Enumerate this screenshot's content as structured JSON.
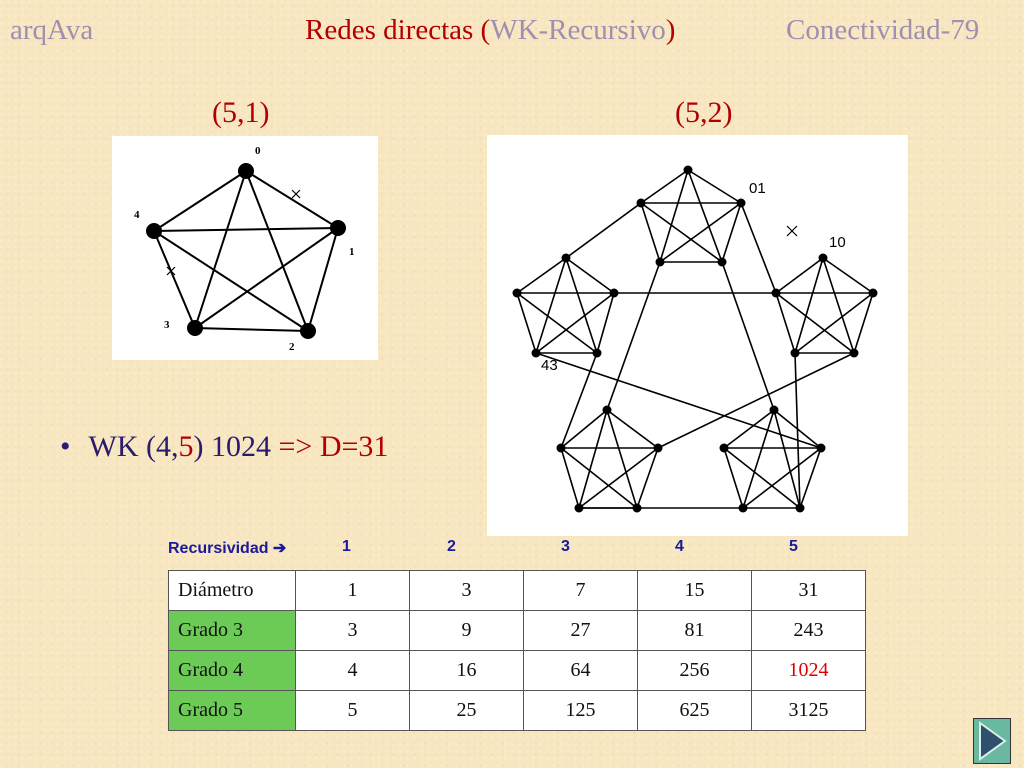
{
  "header": {
    "left": "arqAva",
    "center_a": "Redes directas (",
    "center_b": "WK-Recursivo",
    "center_c": ")",
    "right": "Conectividad-79"
  },
  "figures": {
    "left_title": "(5,1)",
    "right_title": "(5,2)",
    "left_labels": [
      "0",
      "1",
      "2",
      "3",
      "4"
    ],
    "right_labels": [
      "01",
      "10",
      "43"
    ]
  },
  "bullet": {
    "dot": "•",
    "a": "WK (4,",
    "b": "5",
    "c": ") 1024 ",
    "d": "=> D=31"
  },
  "recursion": {
    "label": "Recursividad ➔",
    "levels": [
      "1",
      "2",
      "3",
      "4",
      "5"
    ]
  },
  "table": {
    "rows": [
      {
        "label": "Diámetro",
        "values": [
          "1",
          "3",
          "7",
          "15",
          "31"
        ]
      },
      {
        "label": "Grado 3",
        "values": [
          "3",
          "9",
          "27",
          "81",
          "243"
        ]
      },
      {
        "label": "Grado 4",
        "values": [
          "4",
          "16",
          "64",
          "256",
          "1024"
        ]
      },
      {
        "label": "Grado 5",
        "values": [
          "5",
          "25",
          "125",
          "625",
          "3125"
        ]
      }
    ]
  },
  "colors": {
    "accent_red": "#b00000",
    "header_gray": "#a08fb0",
    "row_label_green": "#6ccb56",
    "highlight": "#e00000"
  }
}
